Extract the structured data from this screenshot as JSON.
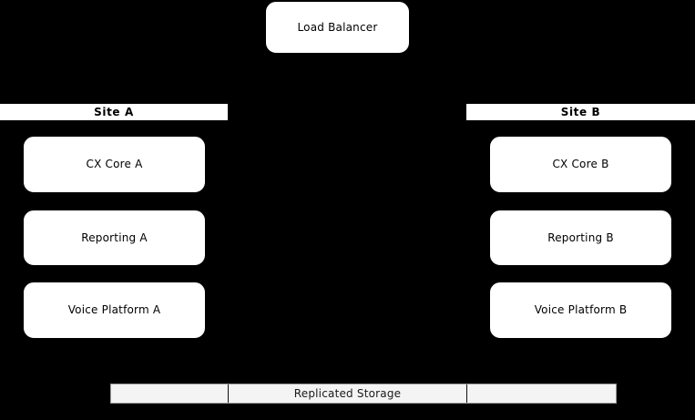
{
  "diagram": {
    "background_color": "#000000",
    "node_fill": "#ffffff",
    "node_text_color": "#000000",
    "storage_fill": "#f4f4f4",
    "storage_border": "#9a9a9a",
    "load_balancer": {
      "label": "Load Balancer"
    },
    "sites": [
      {
        "header": "Site  A",
        "nodes": [
          {
            "label": "CX Core A"
          },
          {
            "label": "Reporting A"
          },
          {
            "label": "Voice Platform A"
          }
        ]
      },
      {
        "header": "Site  B",
        "nodes": [
          {
            "label": "CX Core B"
          },
          {
            "label": "Reporting B"
          },
          {
            "label": "Voice Platform B"
          }
        ]
      }
    ],
    "storage": {
      "label": "Replicated Storage",
      "segment_left_label": "",
      "segment_right_label": ""
    }
  }
}
